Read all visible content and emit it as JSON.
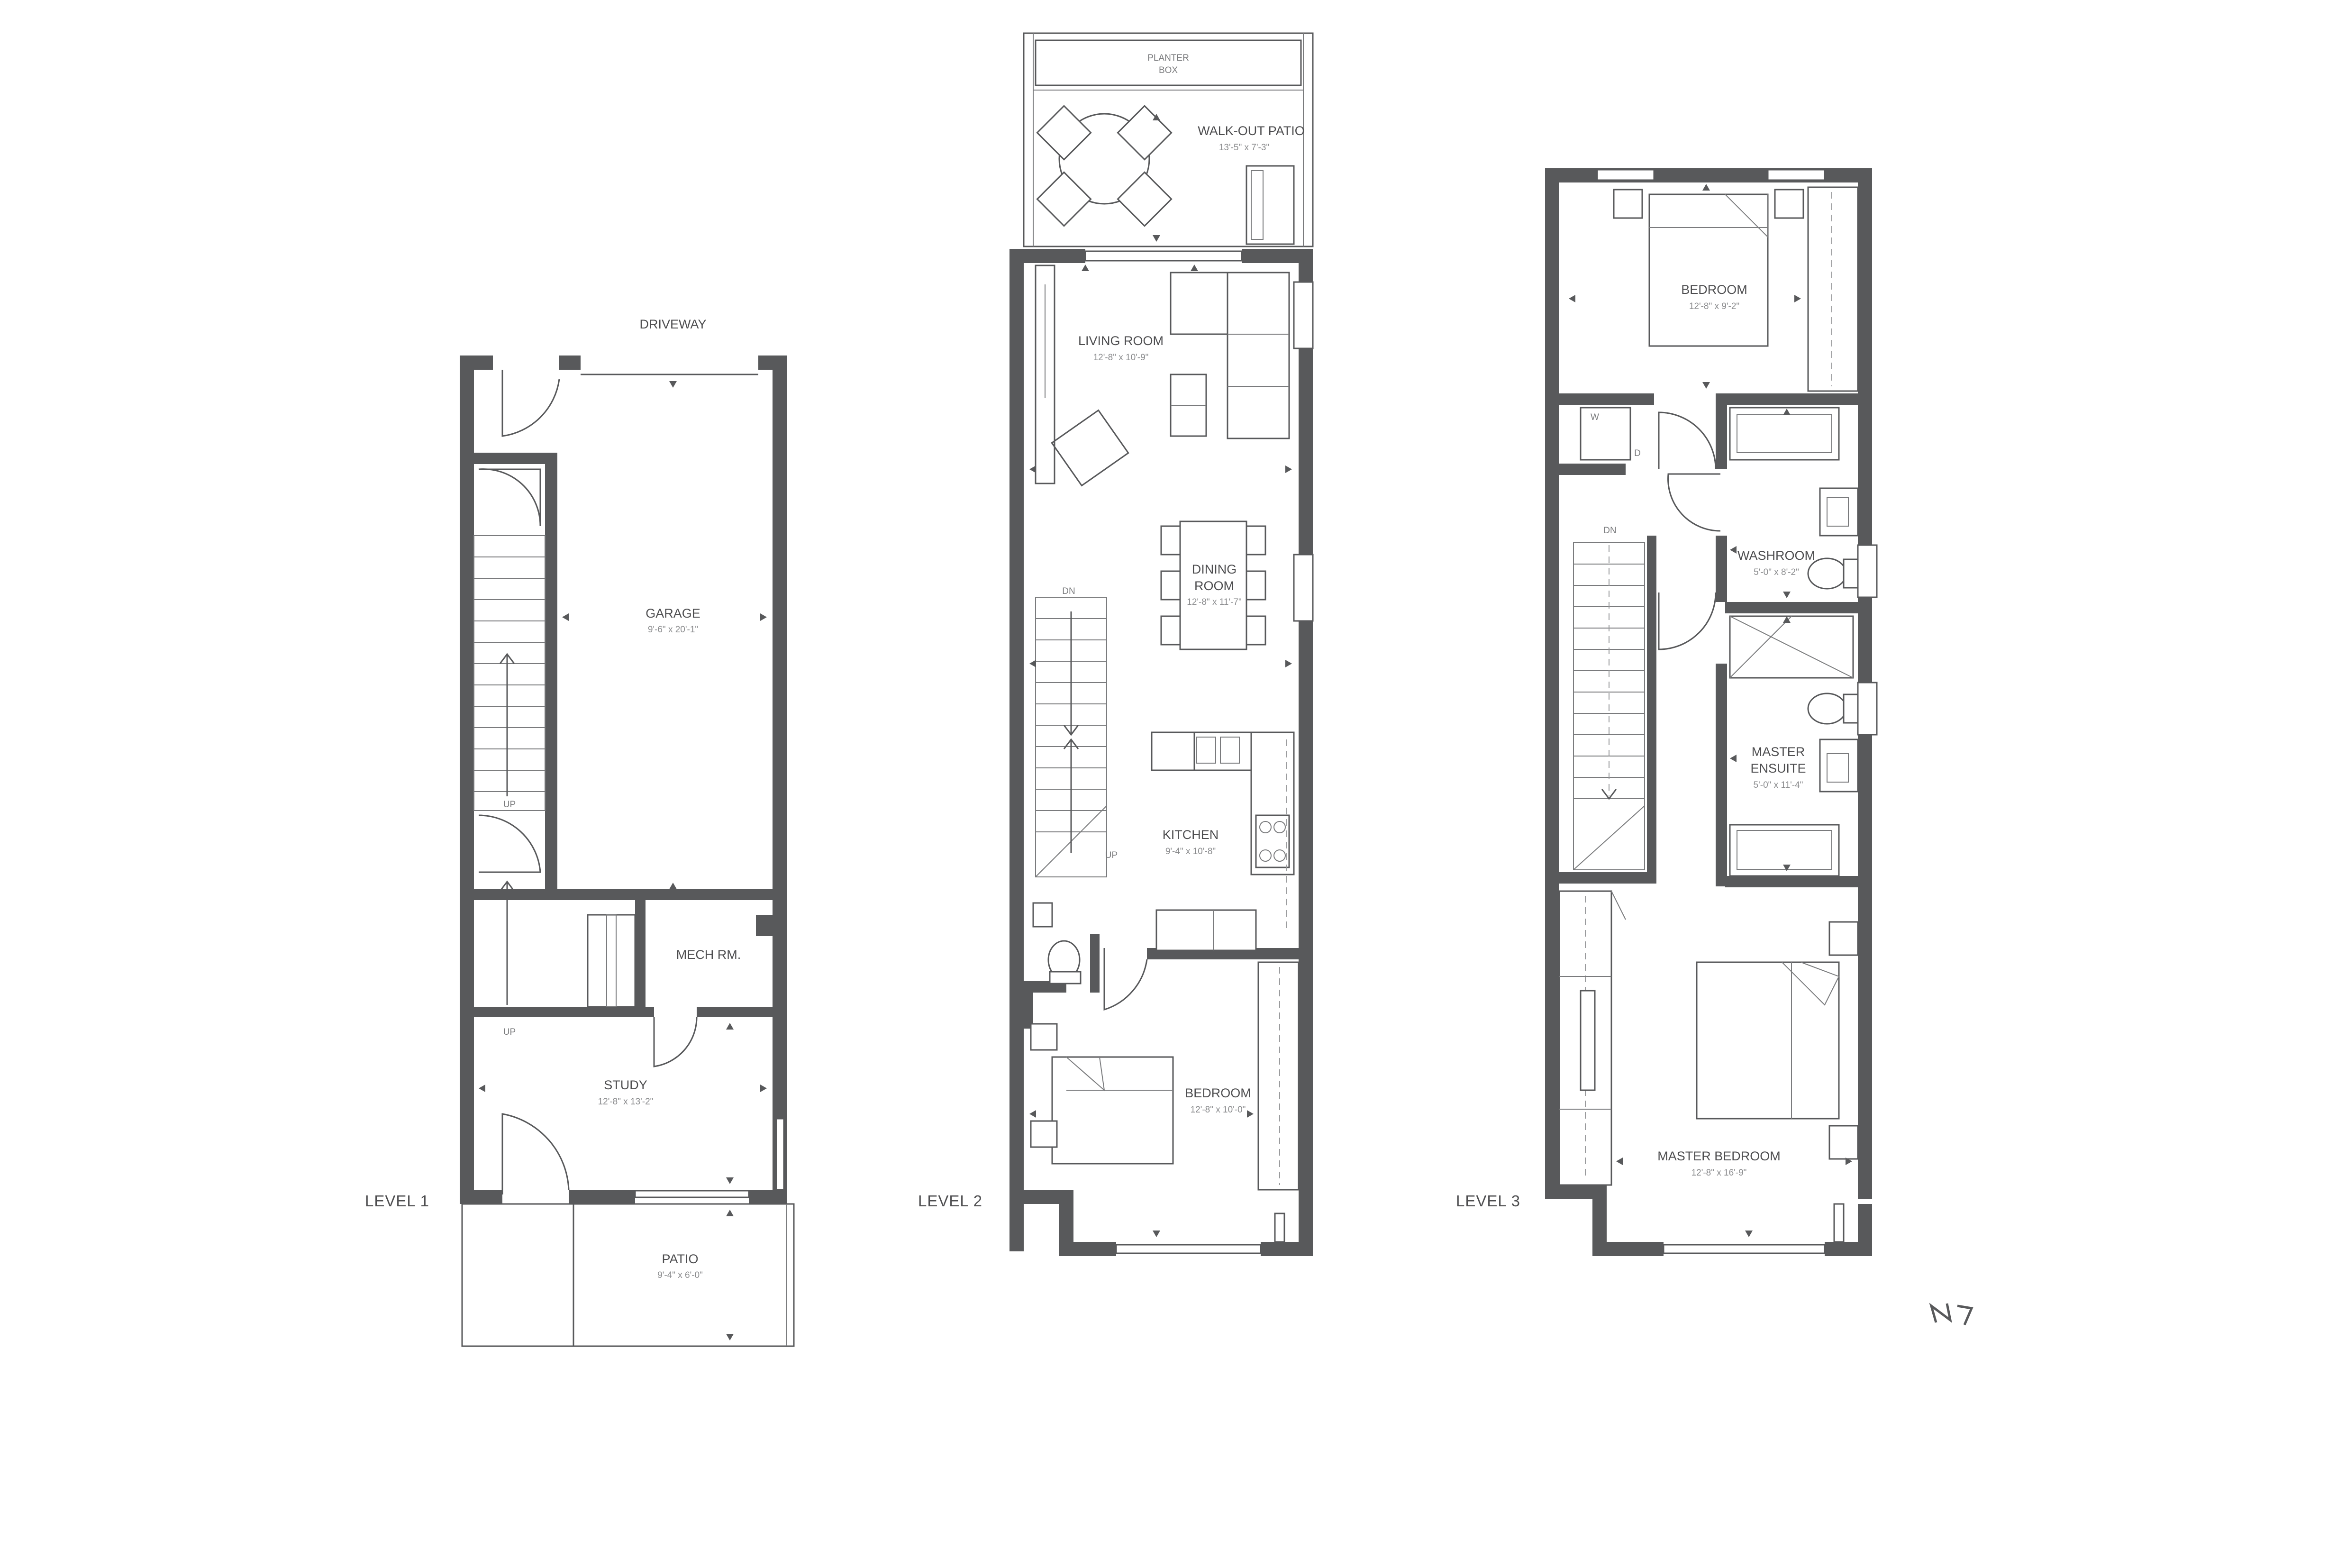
{
  "levels": [
    {
      "label": "LEVEL 1",
      "driveway": "DRIVEWAY",
      "rooms": [
        {
          "name": "GARAGE",
          "dim": "9'-6\" x 20'-1\""
        },
        {
          "name": "MECH RM.",
          "dim": ""
        },
        {
          "name": "STUDY",
          "dim": "12'-8\" x 13'-2\""
        },
        {
          "name": "PATIO",
          "dim": "9'-4\" x 6'-0\""
        }
      ],
      "stair_labels": [
        "UP",
        "UP"
      ]
    },
    {
      "label": "LEVEL 2",
      "rooms": [
        {
          "name": "WALK-OUT PATIO",
          "dim": "13'-5\" x 7'-3\""
        },
        {
          "name": "PLANTER",
          "dim": "BOX"
        },
        {
          "name": "LIVING ROOM",
          "dim": "12'-8\" x 10'-9\""
        },
        {
          "name": "DINING",
          "name2": "ROOM",
          "dim": "12'-8\" x 11'-7\""
        },
        {
          "name": "KITCHEN",
          "dim": "9'-4\" x 10'-8\""
        },
        {
          "name": "BEDROOM",
          "dim": "12'-8\" x 10'-0\""
        }
      ],
      "stair_labels": [
        "DN",
        "UP"
      ]
    },
    {
      "label": "LEVEL 3",
      "rooms": [
        {
          "name": "BEDROOM",
          "dim": "12'-8\" x 9'-2\""
        },
        {
          "name": "WASHROOM",
          "dim": "5'-0\" x 8'-2\""
        },
        {
          "name": "MASTER",
          "name2": "ENSUITE",
          "dim": "5'-0\" x 11'-4\""
        },
        {
          "name": "MASTER BEDROOM",
          "dim": "12'-8\" x 16'-9\""
        }
      ],
      "stair_labels": [
        "DN"
      ],
      "laundry": [
        "W",
        "D"
      ]
    }
  ],
  "compass": {
    "label": "N"
  },
  "colors": {
    "wall": "#58595b",
    "line": "#7a7b7d",
    "text": "#4d4d4f",
    "background": "#ffffff"
  }
}
